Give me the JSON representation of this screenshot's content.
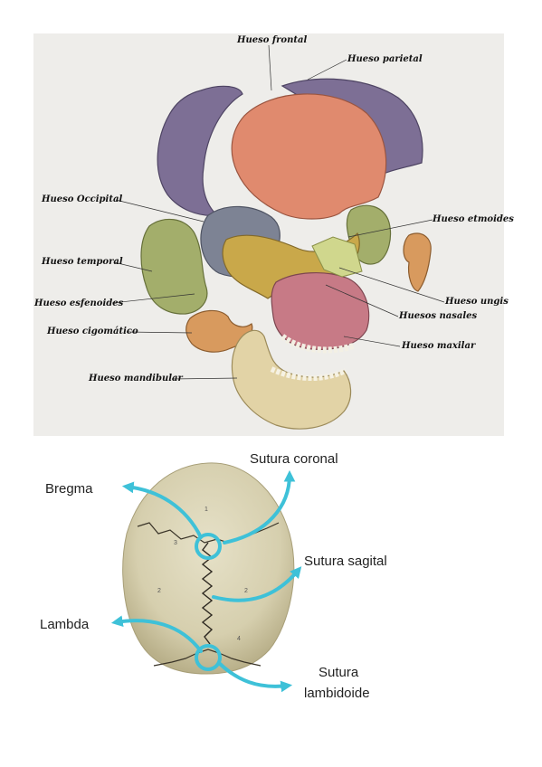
{
  "skull_exploded": {
    "labels": {
      "frontal": "Hueso frontal",
      "parietal": "Hueso parietal",
      "occipital": "Hueso Occipital",
      "etmoides": "Hueso etmoides",
      "temporal": "Hueso temporal",
      "ungis": "Hueso ungis",
      "esfenoides": "Hueso esfenoides",
      "nasales": "Huesos nasales",
      "cigomatico": "Hueso cigomático",
      "maxilar": "Hueso maxilar",
      "mandibular": "Hueso mandibular"
    }
  },
  "skull_top": {
    "labels": {
      "bregma": "Bregma",
      "lambda": "Lambda",
      "sutura_coronal": "Sutura coronal",
      "sutura_sagital": "Sutura sagital",
      "sutura_lambdoide_1": "Sutura",
      "sutura_lambdoide_2": "lambidoide"
    },
    "bone_numbers": [
      "1",
      "3",
      "2",
      "2",
      "4"
    ]
  },
  "colors": {
    "arrow": "#3ec1d8",
    "frontal": "#e08a6e",
    "parietal": "#7d6f95",
    "occipital": "#7d8394",
    "temporal": "#a3ae6b",
    "esfenoides": "#c9a84a",
    "maxilar": "#c77a86",
    "mandibular": "#e2d3a6",
    "cigomatico": "#d89a5e",
    "nasales": "#d0d78d"
  }
}
